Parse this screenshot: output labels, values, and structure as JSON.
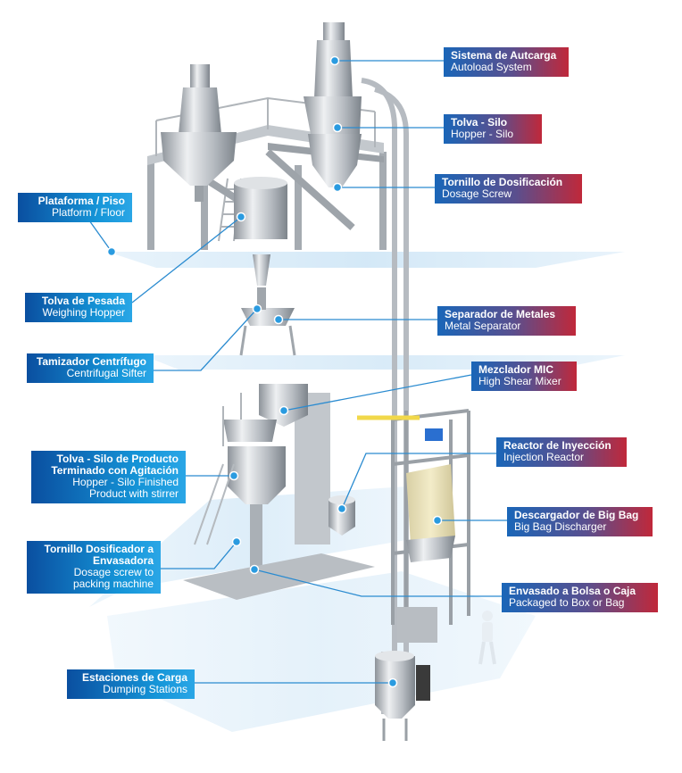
{
  "colors": {
    "accent_blue": "#1595d8",
    "accent_red": "#c0283a",
    "leader_line": "#2a8bd0",
    "floor": "#cfe6f6",
    "metal": "#c9ccd0"
  },
  "labels": {
    "autoload": {
      "es": "Sistema de Autcarga",
      "en": "Autoload System"
    },
    "hopper": {
      "es": "Tolva - Silo",
      "en": "Hopper - Silo"
    },
    "dosage": {
      "es": "Tornillo de Dosificación",
      "en": "Dosage Screw"
    },
    "platform": {
      "es": "Plataforma / Piso",
      "en": "Platform / Floor"
    },
    "weighing": {
      "es": "Tolva de Pesada",
      "en": "Weighing Hopper"
    },
    "metal": {
      "es": "Separador de Metales",
      "en": "Metal Separator"
    },
    "sifter": {
      "es": "Tamizador Centrífugo",
      "en": "Centrifugal Sifter"
    },
    "mixer": {
      "es": "Mezclador MIC",
      "en": "High Shear Mixer"
    },
    "reactor": {
      "es": "Reactor de Inyección",
      "en": "Injection Reactor"
    },
    "finished": {
      "es": "Tolva - Silo de Producto\nTerminado con Agitación",
      "en": "Hopper - Silo Finished\nProduct with stirrer"
    },
    "bigbag": {
      "es": "Descargador de Big Bag",
      "en": "Big Bag Discharger"
    },
    "packscrew": {
      "es": "Tornillo Dosificador a\nEnvasadora",
      "en": "Dosage screw to\npacking machine"
    },
    "packaged": {
      "es": "Envasado a Bolsa o Caja",
      "en": "Packaged to Box or Bag"
    },
    "dumping": {
      "es": "Estaciones de Carga",
      "en": "Dumping Stations"
    }
  }
}
